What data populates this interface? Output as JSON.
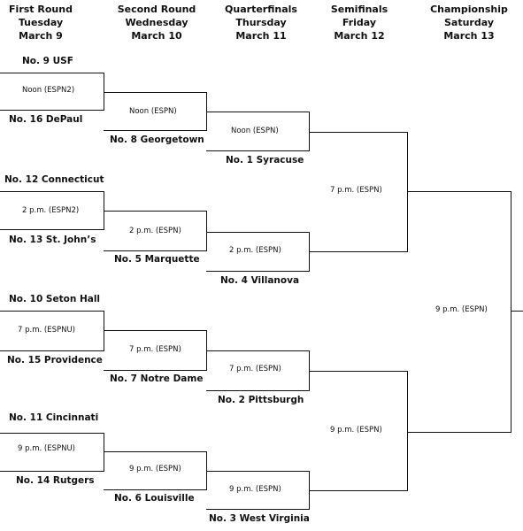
{
  "headers": [
    {
      "l1": "First Round",
      "l2": "Tuesday",
      "l3": "March 9"
    },
    {
      "l1": "Second Round",
      "l2": "Wednesday",
      "l3": "March 10"
    },
    {
      "l1": "Quarterfinals",
      "l2": "Thursday",
      "l3": "March 11"
    },
    {
      "l1": "Semifinals",
      "l2": "Friday",
      "l3": "March 12"
    },
    {
      "l1": "Championship",
      "l2": "Saturday",
      "l3": "March 13"
    }
  ],
  "first_round": [
    {
      "top": "No. 9 USF",
      "time": "Noon  (ESPN2)",
      "bottom": "No. 16 DePaul"
    },
    {
      "top": "No. 12 Connecticut",
      "time": "2 p.m.  (ESPN2)",
      "bottom": "No. 13 St. John’s"
    },
    {
      "top": "No. 10 Seton Hall",
      "time": "7 p.m.  (ESPNU)",
      "bottom": "No. 15 Providence"
    },
    {
      "top": "No. 11 Cincinnati",
      "time": "9 p.m.  (ESPNU)",
      "bottom": "No. 14 Rutgers"
    }
  ],
  "second_round": [
    {
      "time": "Noon (ESPN)",
      "team": "No. 8 Georgetown"
    },
    {
      "time": "2 p.m.  (ESPN)",
      "team": "No. 5 Marquette"
    },
    {
      "time": "7 p.m.  (ESPN)",
      "team": "No. 7 Notre Dame"
    },
    {
      "time": "9 p.m.  (ESPN)",
      "team": "No. 6 Louisville"
    }
  ],
  "quarterfinals": [
    {
      "time": "Noon (ESPN)",
      "team": "No. 1 Syracuse"
    },
    {
      "time": "2 p.m.  (ESPN)",
      "team": "No. 4 Villanova"
    },
    {
      "time": "7 p.m.  (ESPN)",
      "team": "No. 2 Pittsburgh"
    },
    {
      "time": "9 p.m.  (ESPN)",
      "team": "No. 3 West Virginia"
    }
  ],
  "semifinals": [
    {
      "time": "7 p.m.  (ESPN)"
    },
    {
      "time": "9 p.m.  (ESPN)"
    }
  ],
  "championship": {
    "time": "9 p.m.  (ESPN)"
  }
}
